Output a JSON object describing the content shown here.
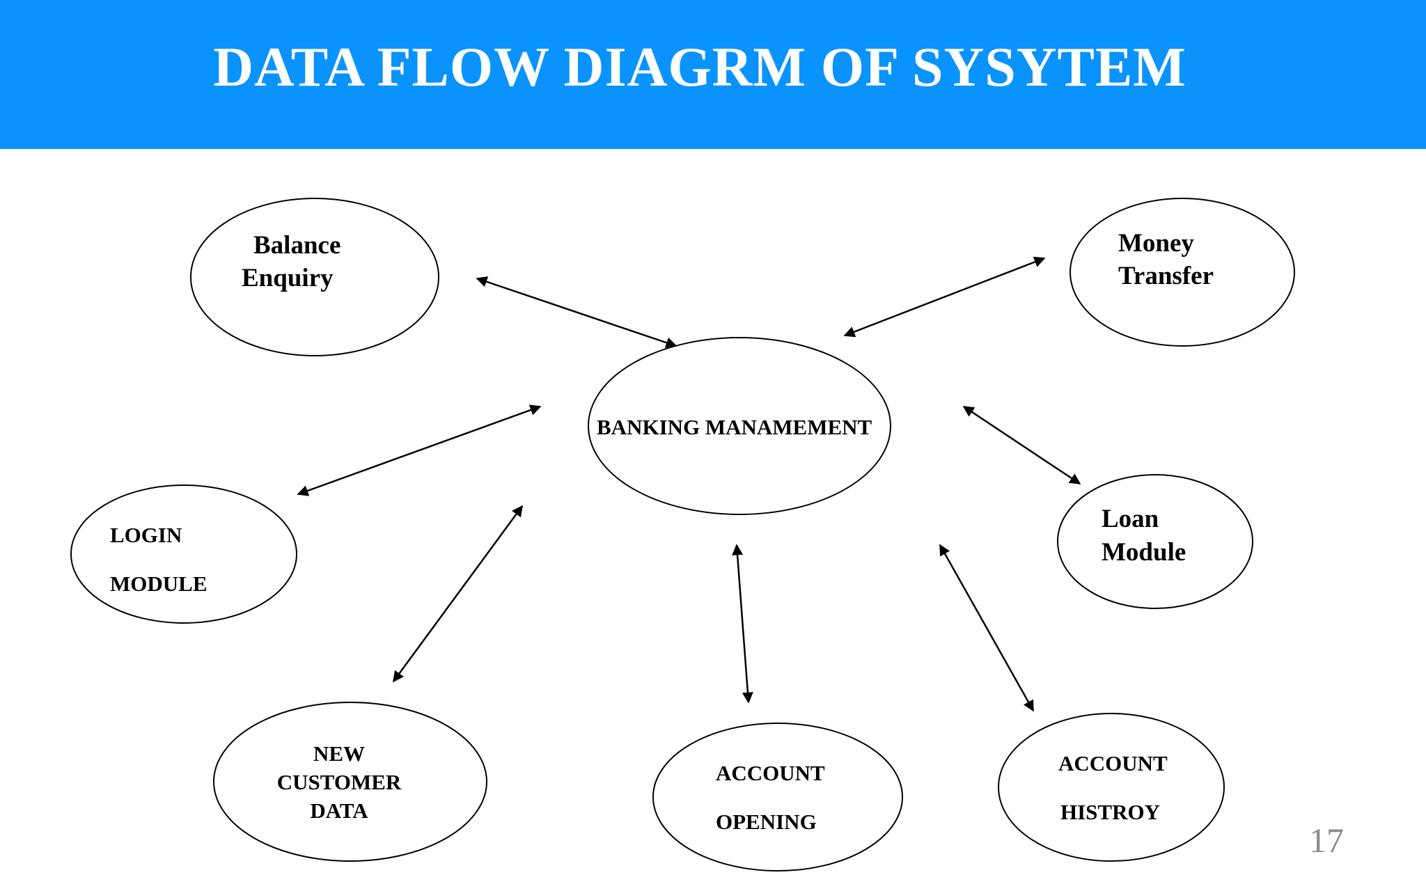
{
  "slide": {
    "title": "DATA FLOW DIAGRM OF SYSYTEM",
    "page_number": "17",
    "header_color": "#0a93fd"
  },
  "diagram": {
    "center": {
      "label": "BANKING MANAMEMENT"
    },
    "nodes": {
      "balance_enquiry": {
        "line1": "Balance",
        "line2": "Enquiry"
      },
      "money_transfer": {
        "line1": "Money",
        "line2": "Transfer"
      },
      "login_module": {
        "line1": "LOGIN",
        "line2": "MODULE"
      },
      "loan_module": {
        "line1": "Loan",
        "line2": "Module"
      },
      "new_customer_data": {
        "line1": "NEW",
        "line2": "CUSTOMER",
        "line3": "DATA"
      },
      "account_opening": {
        "line1": "ACCOUNT",
        "line2": "OPENING"
      },
      "account_history": {
        "line1": "ACCOUNT",
        "line2": "HISTROY"
      }
    }
  }
}
